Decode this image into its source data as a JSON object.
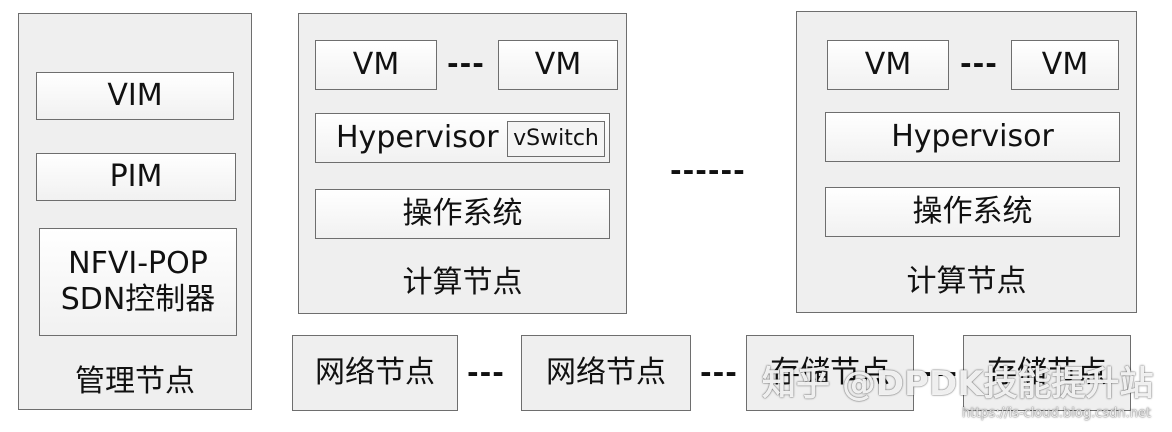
{
  "management_node": {
    "label": "管理节点",
    "vim": "VIM",
    "pim": "PIM",
    "nfvi_line1": "NFVI-POP",
    "nfvi_line2": "SDN控制器"
  },
  "compute_node_1": {
    "label": "计算节点",
    "vm_left": "VM",
    "vm_right": "VM",
    "vm_ellipsis": "---",
    "hypervisor": "Hypervisor",
    "vswitch": "vSwitch",
    "os": "操作系统"
  },
  "compute_ellipsis": "------",
  "compute_node_2": {
    "label": "计算节点",
    "vm_left": "VM",
    "vm_right": "VM",
    "vm_ellipsis": "---",
    "hypervisor": "Hypervisor",
    "os": "操作系统"
  },
  "bottom_row": {
    "network_1": "网络节点",
    "network_2": "网络节点",
    "storage_1": "存储节点",
    "storage_2": "存储节点",
    "ellipsis_1": "---",
    "ellipsis_2": "---",
    "ellipsis_3": "---"
  },
  "watermark": {
    "main": "知乎 @DPDK技能提升站",
    "url": "https://is-cloud.blog.csdn.net"
  }
}
